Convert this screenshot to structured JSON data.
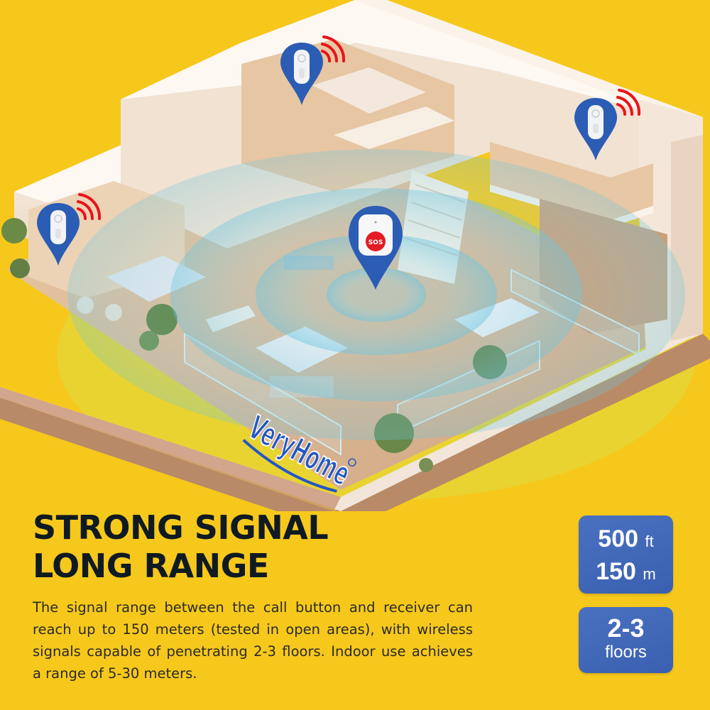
{
  "colors": {
    "background": "#f6c81c",
    "headline": "#0f1a22",
    "body_text": "#2b2a26",
    "badge_bg": "#4067b8",
    "pin_blue": "#2c5db5",
    "signal_red": "#e8141a",
    "sos_red": "#e31c25",
    "signal_ring": "#7fd0e6",
    "brand_blue": "#2358c4"
  },
  "illustration": {
    "description": "Isometric cutaway of a two-story house with wireless signal coverage rings",
    "brand_logo": "VeryHome",
    "brand_mark": "®",
    "center_device": {
      "label": "SOS",
      "icon": "sos-call-button-icon"
    },
    "receivers": [
      {
        "id": "receiver-top-bedroom",
        "icon": "receiver-pin-icon"
      },
      {
        "id": "receiver-right-upstairs",
        "icon": "receiver-pin-icon"
      },
      {
        "id": "receiver-left-patio",
        "icon": "receiver-pin-icon"
      }
    ]
  },
  "headline": {
    "line1": "STRONG SIGNAL",
    "line2": "LONG RANGE"
  },
  "description": "The signal range between the call button and receiver can reach up to 150 meters (tested in open areas), with wireless signals capable of penetrating 2-3 floors. Indoor use achieves a range of 5-30 meters.",
  "badges": {
    "range": {
      "feet_value": "500",
      "feet_unit": "ft",
      "meters_value": "150",
      "meters_unit": "m"
    },
    "floors": {
      "value": "2-3",
      "label": "floors"
    }
  }
}
